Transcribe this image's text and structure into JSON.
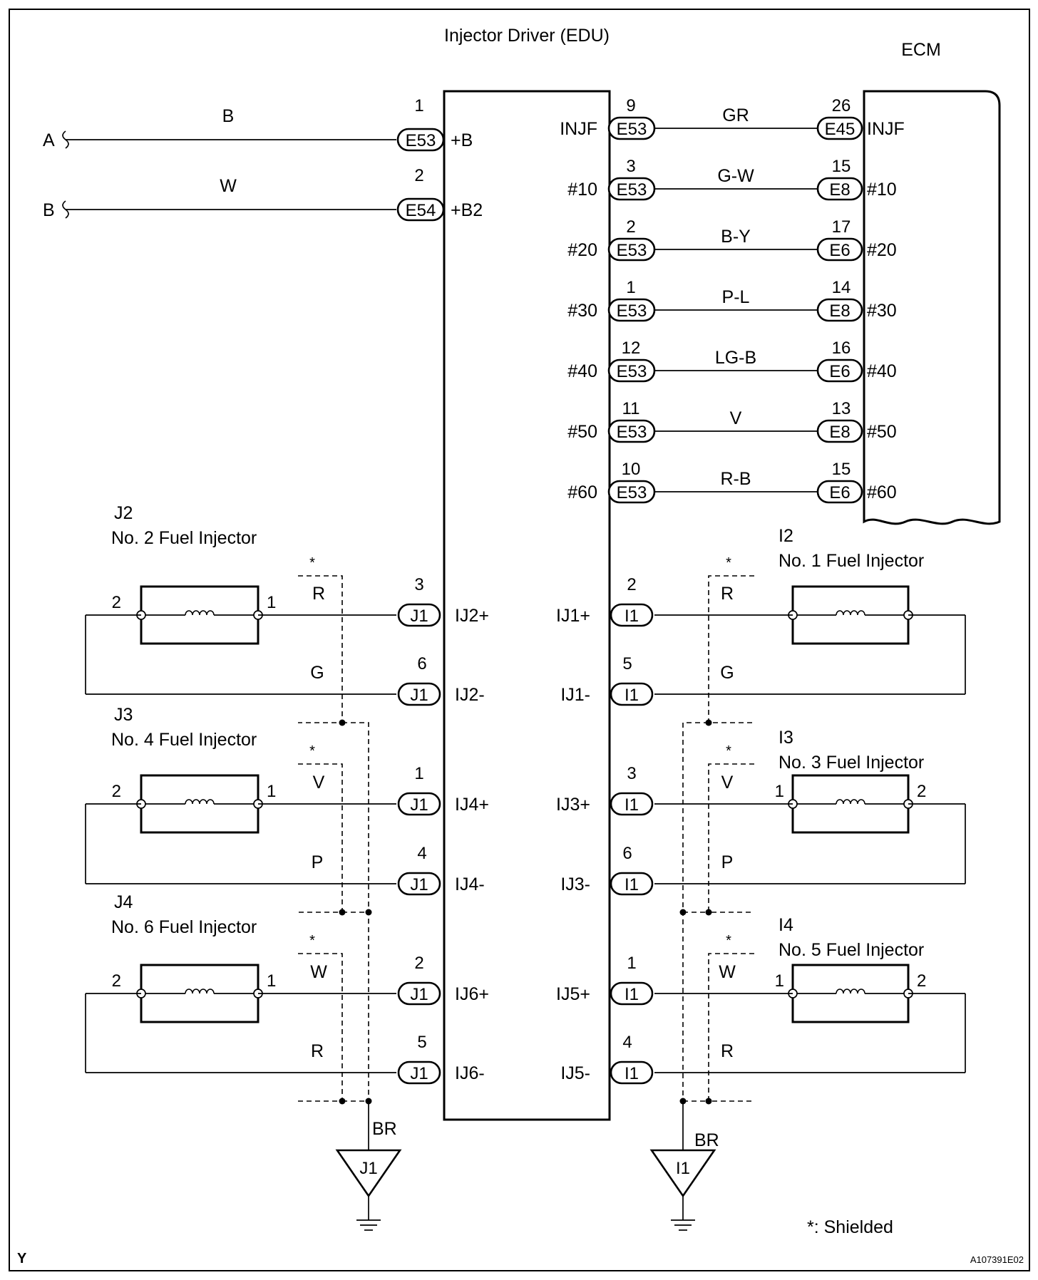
{
  "title": "Injector Driver (EDU)",
  "ecm_label": "ECM",
  "inputs": [
    {
      "end": "A",
      "wire": "B",
      "pin": "1",
      "conn": "E53",
      "term": "+B"
    },
    {
      "end": "B",
      "wire": "W",
      "pin": "2",
      "conn": "E54",
      "term": "+B2"
    }
  ],
  "ecm_lines": [
    {
      "edu_term": "INJF",
      "edu_pin": "9",
      "edu_conn": "E53",
      "wire": "GR",
      "ecm_pin": "26",
      "ecm_conn": "E45",
      "ecm_term": "INJF"
    },
    {
      "edu_term": "#10",
      "edu_pin": "3",
      "edu_conn": "E53",
      "wire": "G-W",
      "ecm_pin": "15",
      "ecm_conn": "E8",
      "ecm_term": "#10"
    },
    {
      "edu_term": "#20",
      "edu_pin": "2",
      "edu_conn": "E53",
      "wire": "B-Y",
      "ecm_pin": "17",
      "ecm_conn": "E6",
      "ecm_term": "#20"
    },
    {
      "edu_term": "#30",
      "edu_pin": "1",
      "edu_conn": "E53",
      "wire": "P-L",
      "ecm_pin": "14",
      "ecm_conn": "E8",
      "ecm_term": "#30"
    },
    {
      "edu_term": "#40",
      "edu_pin": "12",
      "edu_conn": "E53",
      "wire": "LG-B",
      "ecm_pin": "16",
      "ecm_conn": "E6",
      "ecm_term": "#40"
    },
    {
      "edu_term": "#50",
      "edu_pin": "11",
      "edu_conn": "E53",
      "wire": "V",
      "ecm_pin": "13",
      "ecm_conn": "E8",
      "ecm_term": "#50"
    },
    {
      "edu_term": "#60",
      "edu_pin": "10",
      "edu_conn": "E53",
      "wire": "R-B",
      "ecm_pin": "15",
      "ecm_conn": "E6",
      "ecm_term": "#60"
    }
  ],
  "left_injectors": [
    {
      "code": "J2",
      "name": "No. 2 Fuel Injector",
      "pin_a": "2",
      "pin_b": "1",
      "shield_mark": "*",
      "pos": {
        "wire": "R",
        "pin": "3",
        "conn": "J1",
        "term": "IJ2+"
      },
      "neg": {
        "wire": "G",
        "pin": "6",
        "conn": "J1",
        "term": "IJ2-"
      }
    },
    {
      "code": "J3",
      "name": "No. 4 Fuel Injector",
      "pin_a": "2",
      "pin_b": "1",
      "shield_mark": "*",
      "pos": {
        "wire": "V",
        "pin": "1",
        "conn": "J1",
        "term": "IJ4+"
      },
      "neg": {
        "wire": "P",
        "pin": "4",
        "conn": "J1",
        "term": "IJ4-"
      }
    },
    {
      "code": "J4",
      "name": "No. 6 Fuel Injector",
      "pin_a": "2",
      "pin_b": "1",
      "shield_mark": "*",
      "pos": {
        "wire": "W",
        "pin": "2",
        "conn": "J1",
        "term": "IJ6+"
      },
      "neg": {
        "wire": "R",
        "pin": "5",
        "conn": "J1",
        "term": "IJ6-"
      }
    }
  ],
  "right_injectors": [
    {
      "code": "I2",
      "name": "No. 1 Fuel Injector",
      "pin_a": "",
      "pin_b": "",
      "shield_mark": "*",
      "pos": {
        "wire": "R",
        "pin": "2",
        "conn": "I1",
        "term": "IJ1+"
      },
      "neg": {
        "wire": "G",
        "pin": "5",
        "conn": "I1",
        "term": "IJ1-"
      }
    },
    {
      "code": "I3",
      "name": "No. 3 Fuel Injector",
      "pin_a": "1",
      "pin_b": "2",
      "shield_mark": "*",
      "pos": {
        "wire": "V",
        "pin": "3",
        "conn": "I1",
        "term": "IJ3+"
      },
      "neg": {
        "wire": "P",
        "pin": "6",
        "conn": "I1",
        "term": "IJ3-"
      }
    },
    {
      "code": "I4",
      "name": "No. 5 Fuel Injector",
      "pin_a": "1",
      "pin_b": "2",
      "shield_mark": "*",
      "pos": {
        "wire": "W",
        "pin": "1",
        "conn": "I1",
        "term": "IJ5+"
      },
      "neg": {
        "wire": "R",
        "pin": "4",
        "conn": "I1",
        "term": "IJ5-"
      }
    }
  ],
  "grounds": [
    {
      "wire": "BR",
      "label": "J1"
    },
    {
      "wire": "BR",
      "label": "I1"
    }
  ],
  "legend": "*: Shielded",
  "corner_mark": "Y",
  "figure_id": "A107391E02"
}
